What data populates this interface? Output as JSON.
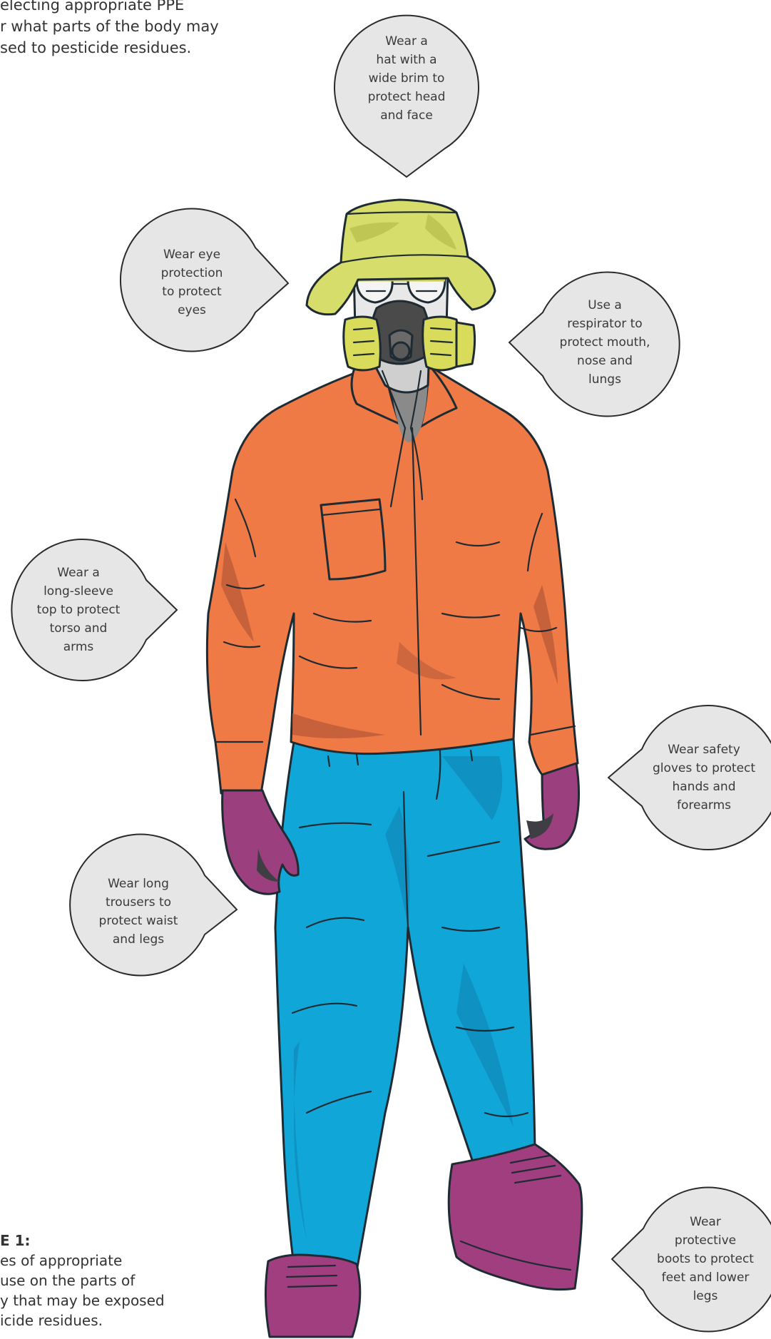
{
  "intro_text": [
    "electing appropriate PPE",
    "r what parts of the body may",
    "sed to pesticide residues."
  ],
  "callouts": [
    {
      "id": "hat",
      "lines": [
        "Wear a",
        "hat with a",
        "wide brim to",
        "protect head",
        "and face"
      ]
    },
    {
      "id": "eyes",
      "lines": [
        "Wear eye",
        "protection",
        "to protect",
        "eyes"
      ]
    },
    {
      "id": "respirator",
      "lines": [
        "Use a",
        "respirator to",
        "protect mouth,",
        "nose and",
        "lungs"
      ]
    },
    {
      "id": "long-sleeve",
      "lines": [
        "Wear a",
        "long-sleeve",
        "top to protect",
        "torso and",
        "arms"
      ]
    },
    {
      "id": "gloves",
      "lines": [
        "Wear safety",
        "gloves to protect",
        "hands and",
        "forearms"
      ]
    },
    {
      "id": "trousers",
      "lines": [
        "Wear long",
        "trousers to",
        "protect waist",
        "and legs"
      ]
    },
    {
      "id": "boots",
      "lines": [
        "Wear",
        "protective",
        "boots to protect",
        "feet and lower",
        "legs"
      ]
    }
  ],
  "figure_caption": {
    "title": "E 1:",
    "lines": [
      "es of appropriate",
      "use on the parts of",
      "y that may be exposed",
      "icide residues."
    ]
  },
  "colors": {
    "bubble_fill": "#e6e6e7",
    "bubble_stroke": "#2b2b2b",
    "hat": "#d6dd6b",
    "shirt": "#f07a45",
    "shirt_shadow": "#b85a3a",
    "trousers": "#11a6d8",
    "trousers_shadow": "#0e7fb0",
    "gloves": "#9b3f7e",
    "boots": "#a13e80",
    "respirator": "#d9dc5a",
    "mask": "#4a4a4a",
    "outline": "#1f2b33"
  }
}
